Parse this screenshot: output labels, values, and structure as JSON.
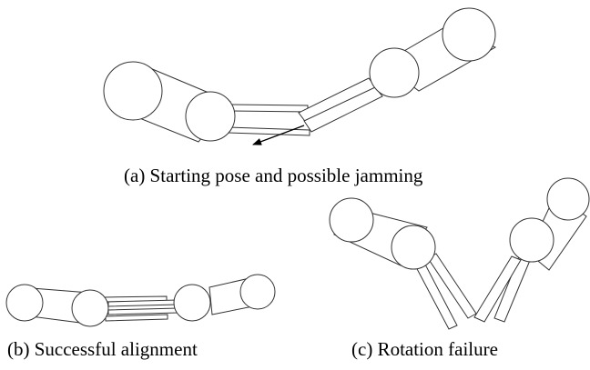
{
  "captions": {
    "a": "(a) Starting pose and possible jamming",
    "b": "(b) Successful alignment",
    "c": "(c) Rotation failure"
  },
  "colors": {
    "stroke": "#333333",
    "arrow": "#000000",
    "background": "#ffffff"
  }
}
